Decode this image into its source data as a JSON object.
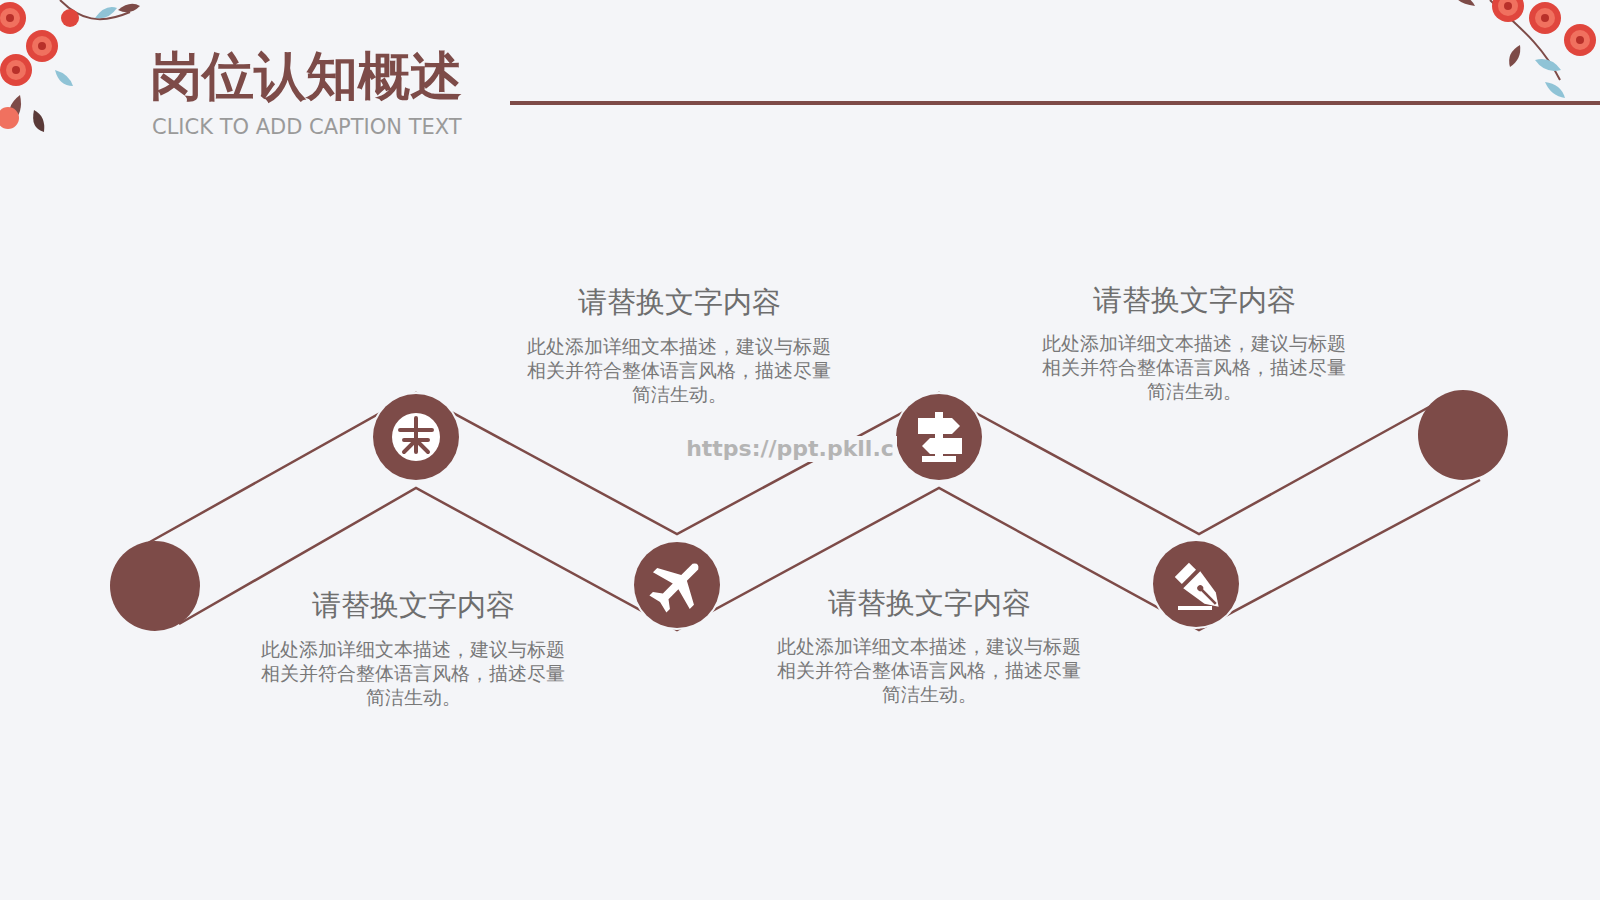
{
  "diagram": {
    "title": "岗位认知概述",
    "caption": "CLICK TO ADD CAPTION TEXT",
    "labels": [
      "请替换文字内容",
      "此处添加详细文本描述，建议与标题相关并符合整体语言风格，描述尽量简洁生动。",
      "请替换文字内容",
      "此处添加详细文本描述，建议与标题相关并符合整体语言风格，描述尽量简洁生动。",
      "请替换文字内容",
      "此处添加详细文本描述，建议与标题相关并符合整体语言风格，描述尽量简洁生动。",
      "请替换文字内容",
      "此处添加详细文本描述，建议与标题相关并符合整体语言风格，描述尽量简洁生动。",
      "https://ppt.pkll.c"
    ]
  }
}
